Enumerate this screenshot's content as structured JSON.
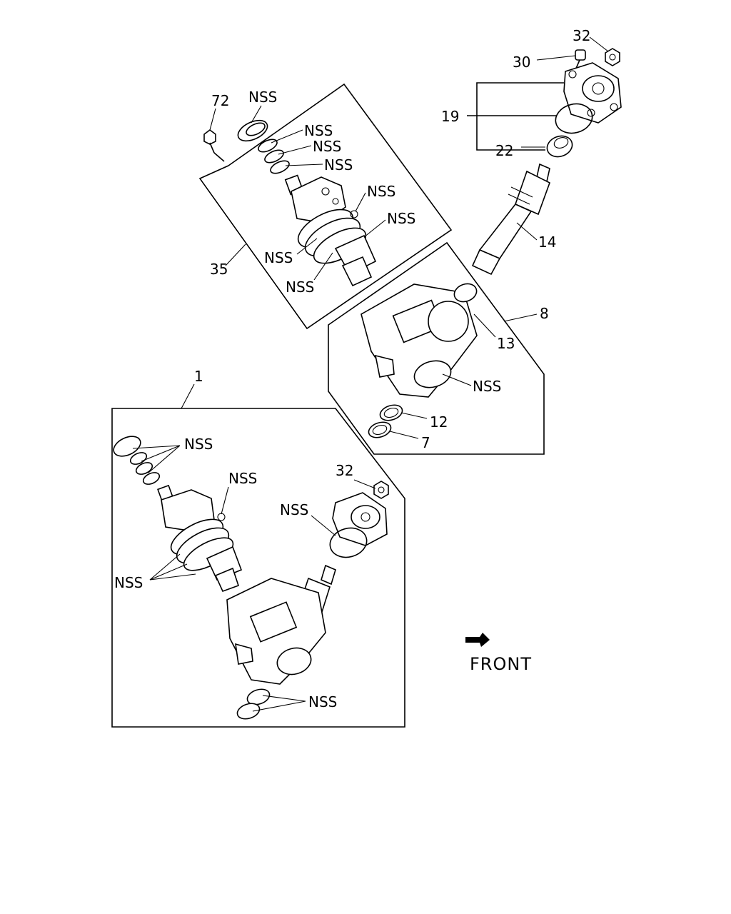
{
  "callouts": {
    "c72": "72",
    "c35": "35",
    "nss_seal_top": "NSS",
    "nss_w1": "NSS",
    "nss_w2": "NSS",
    "nss_w3": "NSS",
    "nss_pin": "NSS",
    "nss_ring": "NSS",
    "nss_valve1": "NSS",
    "nss_valve2": "NSS",
    "c32_top": "32",
    "c30": "30",
    "c19": "19",
    "c22": "22",
    "c14": "14",
    "c8": "8",
    "c13": "13",
    "nss_housing": "NSS",
    "c12": "12",
    "c7": "7",
    "c1": "1",
    "nss_kit_seals": "NSS",
    "nss_kit_pin": "NSS",
    "c32_kit": "32",
    "nss_kit_oring": "NSS",
    "nss_kit_valve": "NSS",
    "nss_kit_bottom": "NSS"
  },
  "front_label": "FRONT"
}
